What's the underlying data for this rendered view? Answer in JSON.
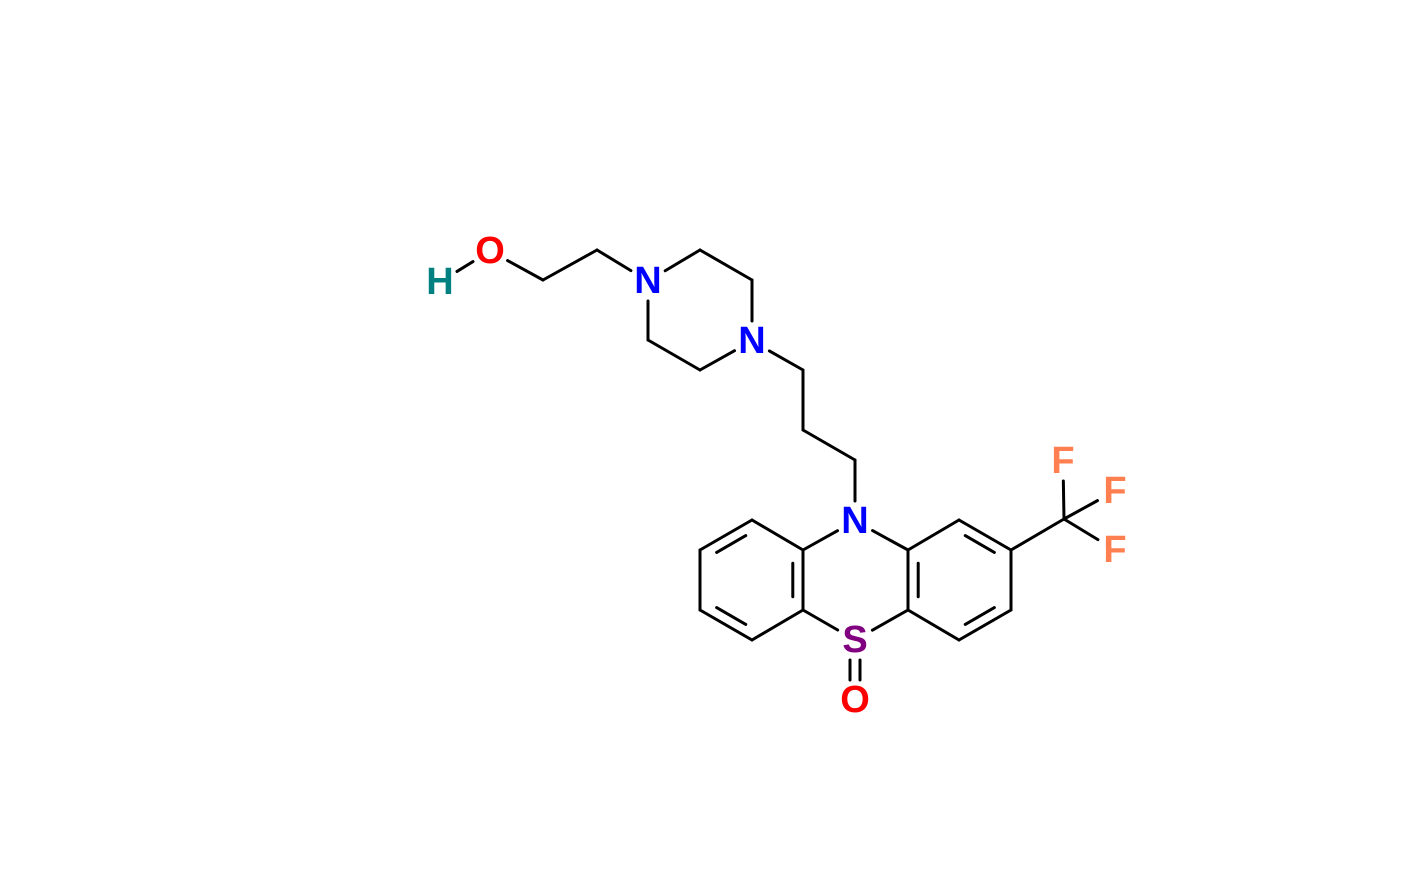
{
  "molecule": {
    "atoms": {
      "h": {
        "label": "H",
        "color": "#008080"
      },
      "o_hydroxyl": {
        "label": "O",
        "color": "#ff0000"
      },
      "n_pip1": {
        "label": "N",
        "color": "#0000ff"
      },
      "n_pip2": {
        "label": "N",
        "color": "#0000ff"
      },
      "n_ring": {
        "label": "N",
        "color": "#0000ff"
      },
      "s": {
        "label": "S",
        "color": "#800080"
      },
      "o_sulfoxide": {
        "label": "O",
        "color": "#ff0000"
      },
      "f1": {
        "label": "F",
        "color": "#ff7f50"
      },
      "f2": {
        "label": "F",
        "color": "#ff7f50"
      },
      "f3": {
        "label": "F",
        "color": "#ff7f50"
      }
    }
  }
}
